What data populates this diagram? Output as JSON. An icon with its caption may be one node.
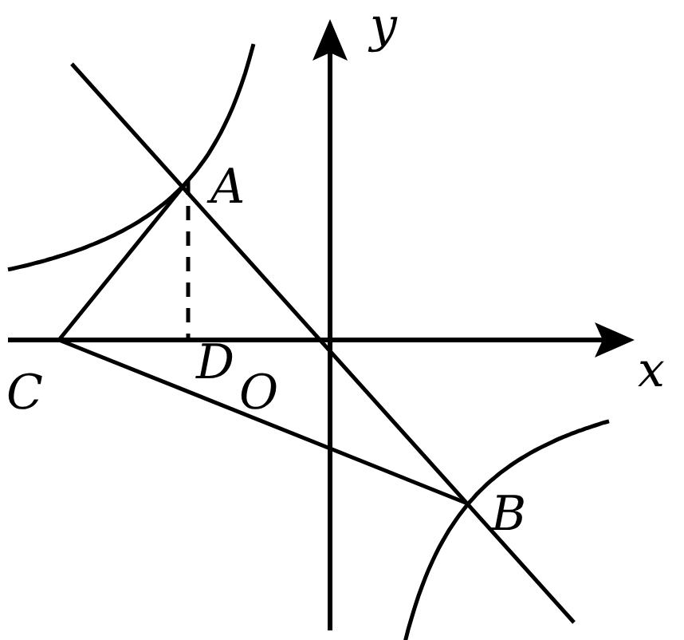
{
  "diagram": {
    "labels": [
      "y",
      "A",
      "x",
      "C",
      "D",
      "O",
      "B"
    ]
  }
}
